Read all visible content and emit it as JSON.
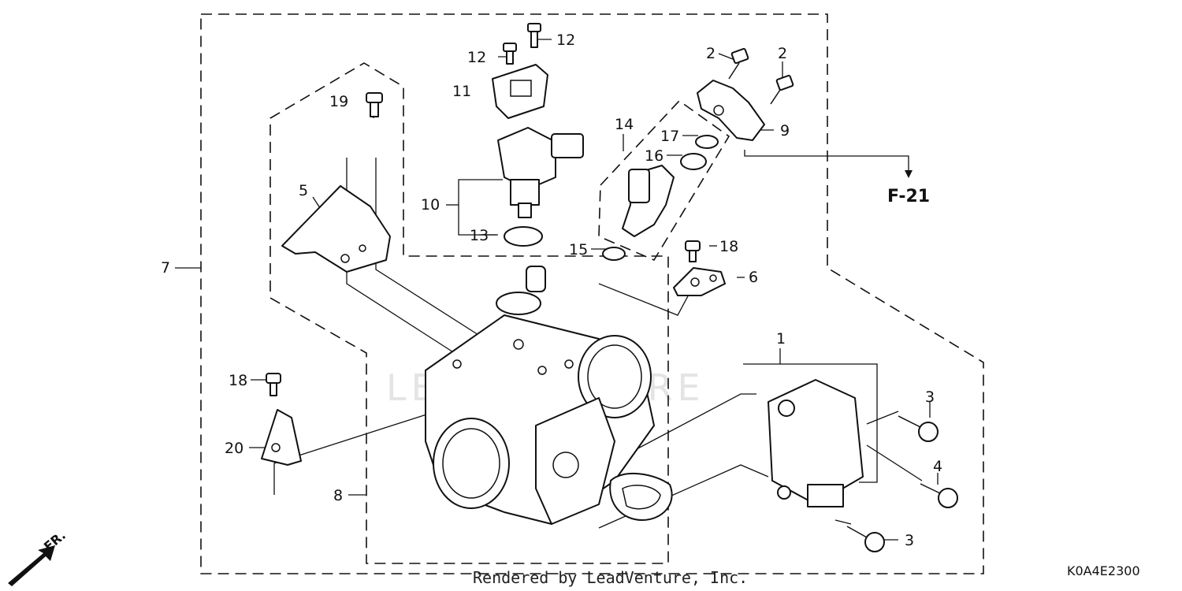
{
  "diagram_code": "K0A4E2300",
  "credit": "Rendered by LeadVenture, Inc.",
  "reference": "F-21",
  "direction": "FR.",
  "watermark": "LEADVENTURE",
  "callouts": {
    "c1": "1",
    "c2a": "2",
    "c2b": "2",
    "c3a": "3",
    "c3b": "3",
    "c4": "4",
    "c5": "5",
    "c6": "6",
    "c7": "7",
    "c8": "8",
    "c9": "9",
    "c10": "10",
    "c11": "11",
    "c12a": "12",
    "c12b": "12",
    "c13": "13",
    "c14": "14",
    "c15": "15",
    "c16": "16",
    "c17": "17",
    "c18a": "18",
    "c18b": "18",
    "c19": "19",
    "c20": "20"
  }
}
